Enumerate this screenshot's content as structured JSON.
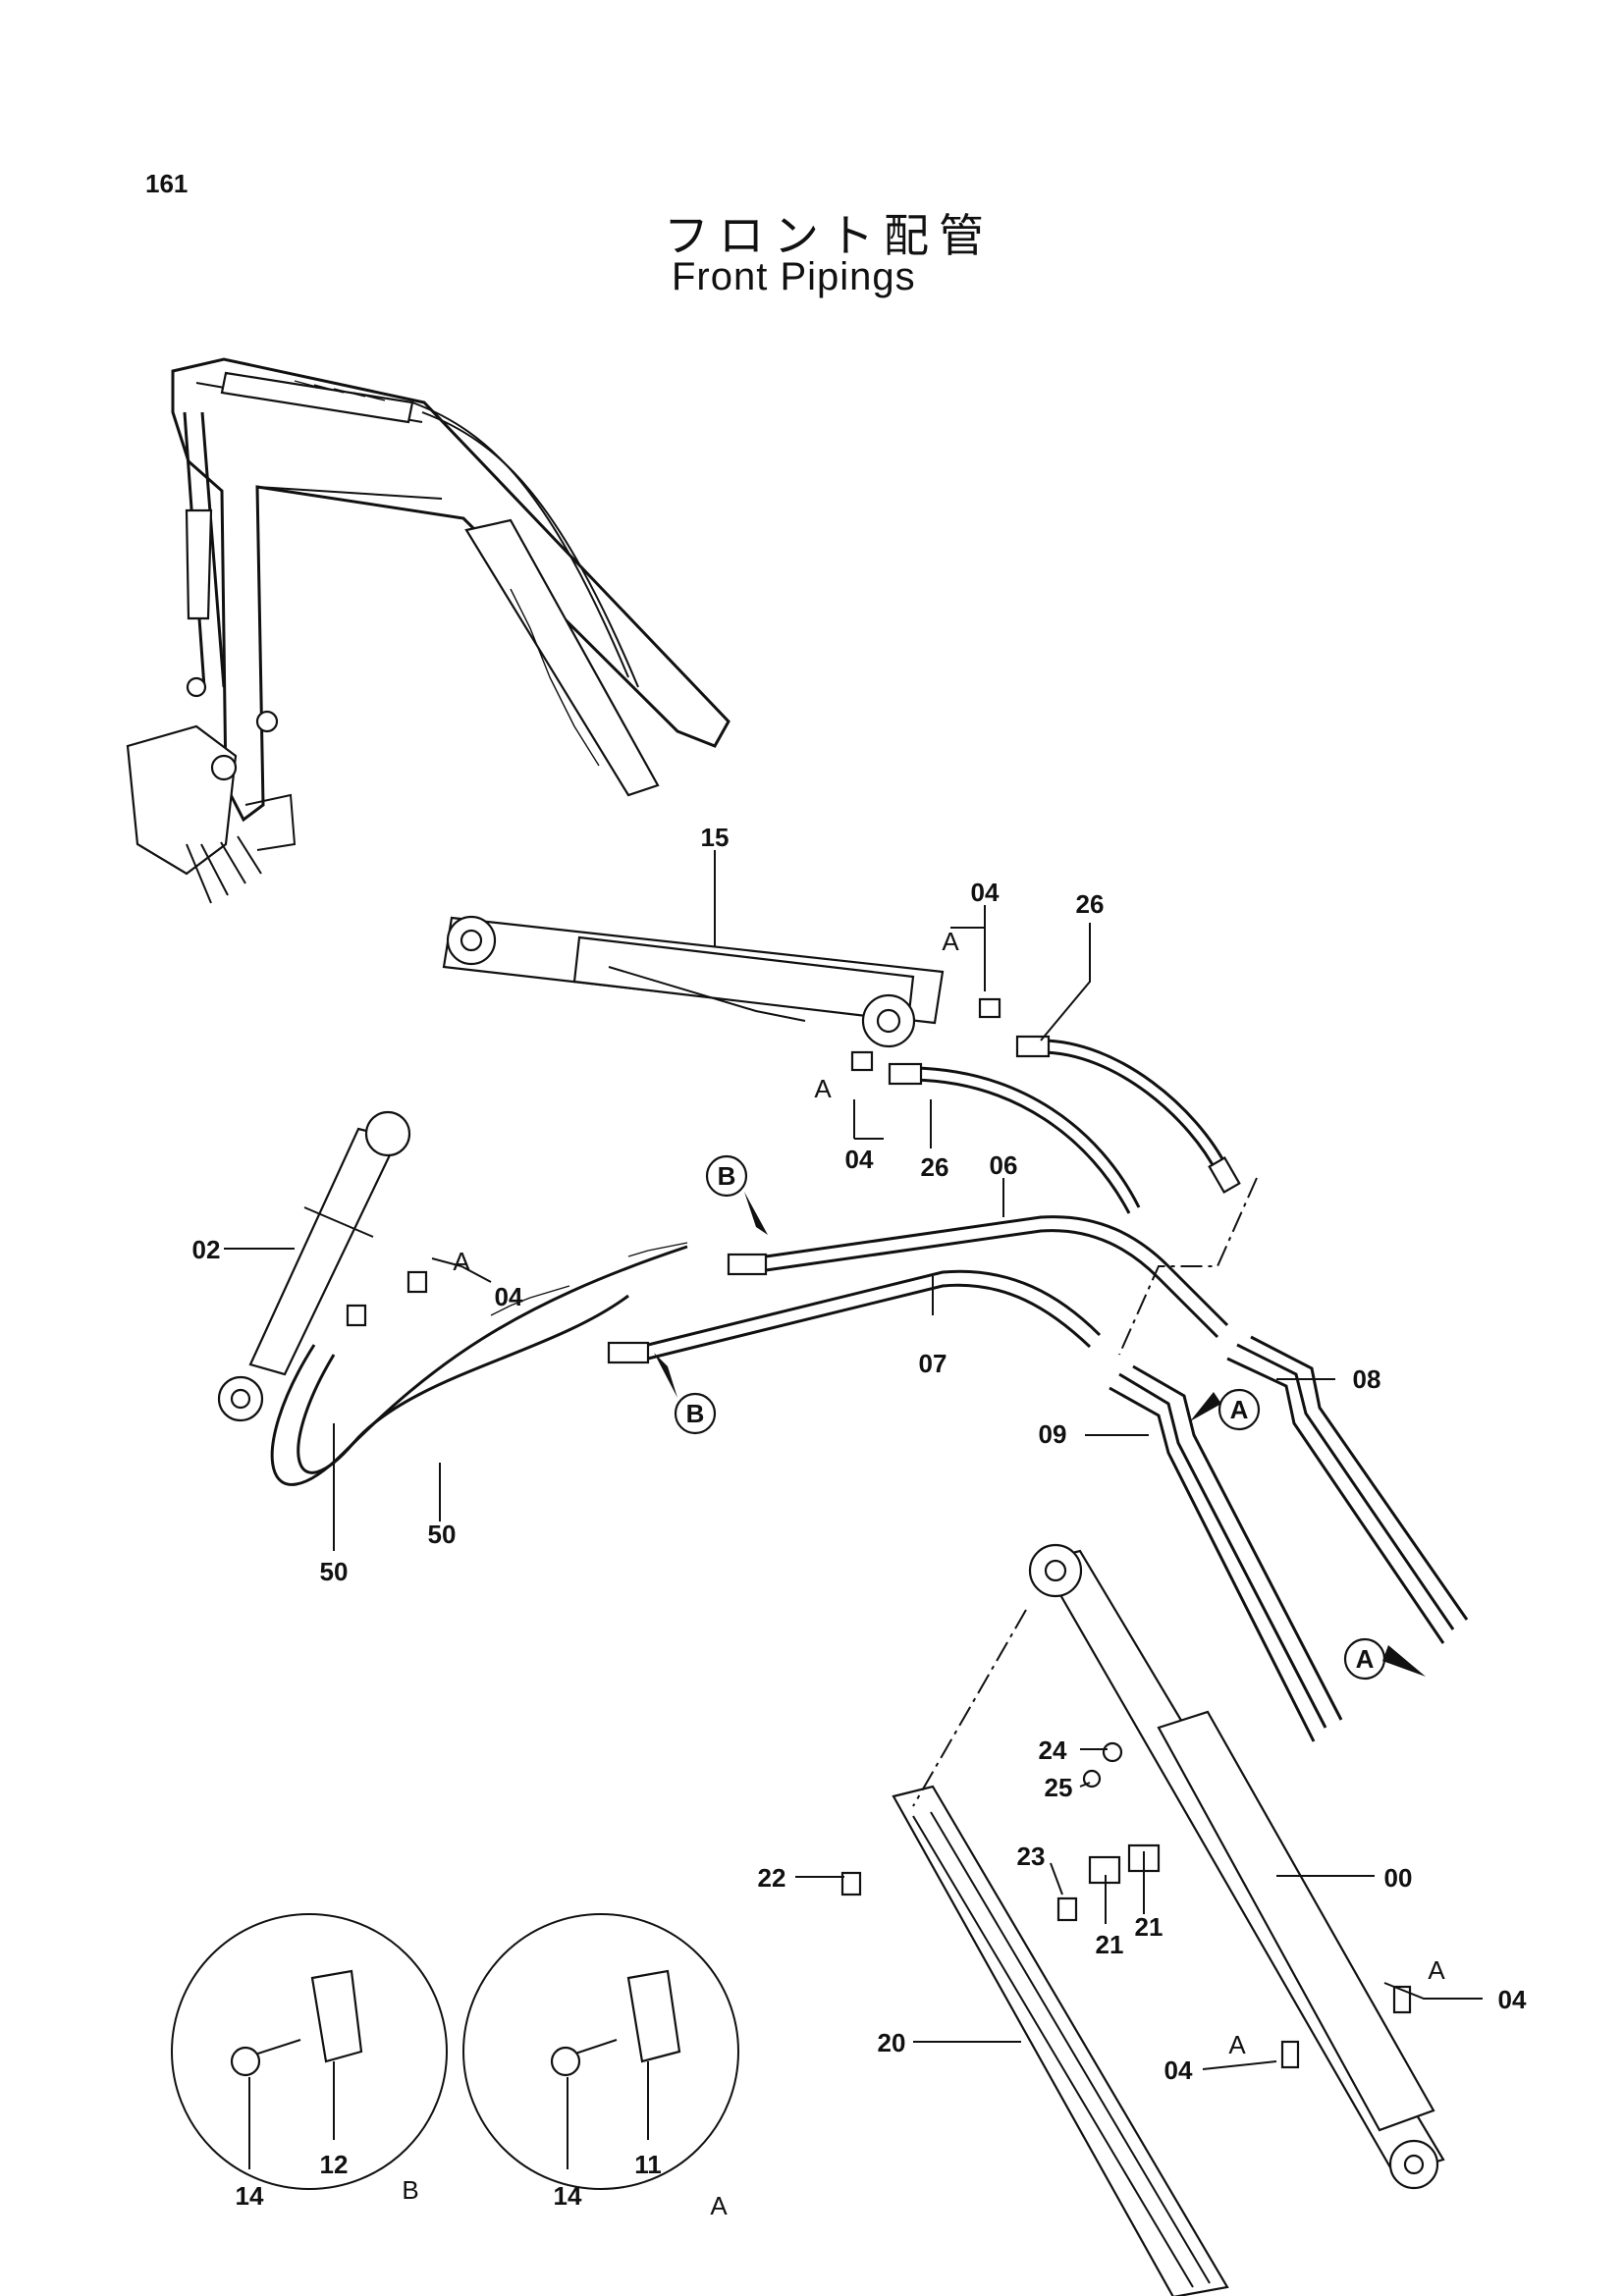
{
  "page": {
    "number": "161",
    "title_jp": "フロント配管",
    "title_en": "Front Pipings"
  },
  "callouts": {
    "p15": "15",
    "p04_top": "04",
    "p26_top": "26",
    "p04_mid": "04",
    "p26_mid": "26",
    "p06": "06",
    "p07": "07",
    "p08": "08",
    "p09": "09",
    "p02": "02",
    "p04_left": "04",
    "p50_a": "50",
    "p50_b": "50",
    "p00": "00",
    "p20": "20",
    "p21_a": "21",
    "p21_b": "21",
    "p22": "22",
    "p23": "23",
    "p24": "24",
    "p25": "25",
    "p04_r1": "04",
    "p04_r2": "04",
    "p14_b": "14",
    "p12": "12",
    "p14_a": "14",
    "p11": "11"
  },
  "markers": {
    "a1": "A",
    "a2": "A",
    "a3": "A",
    "a4": "A",
    "a5": "A",
    "a_bubble1": "A",
    "a_bubble2": "A",
    "b_bubble1": "B",
    "b_bubble2": "B",
    "detail_b": "B",
    "detail_a": "A"
  }
}
